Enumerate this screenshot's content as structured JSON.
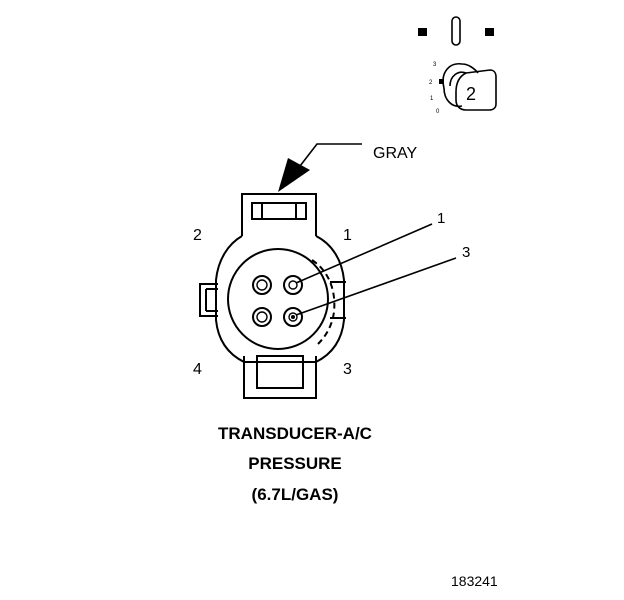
{
  "connector": {
    "color_label": "GRAY",
    "cavity_labels": {
      "top_left": "2",
      "top_right": "1",
      "bottom_left": "4",
      "bottom_right": "3"
    },
    "callouts": [
      "1",
      "3"
    ]
  },
  "component_key": {
    "number": "2",
    "scale_marks": [
      "3",
      "2",
      "1",
      "0"
    ]
  },
  "caption": {
    "line1": "TRANSDUCER-A/C",
    "line2": "PRESSURE",
    "line3": "(6.7L/GAS)"
  },
  "figure_number": "183241",
  "colors": {
    "ink": "#000000",
    "background": "#ffffff"
  }
}
